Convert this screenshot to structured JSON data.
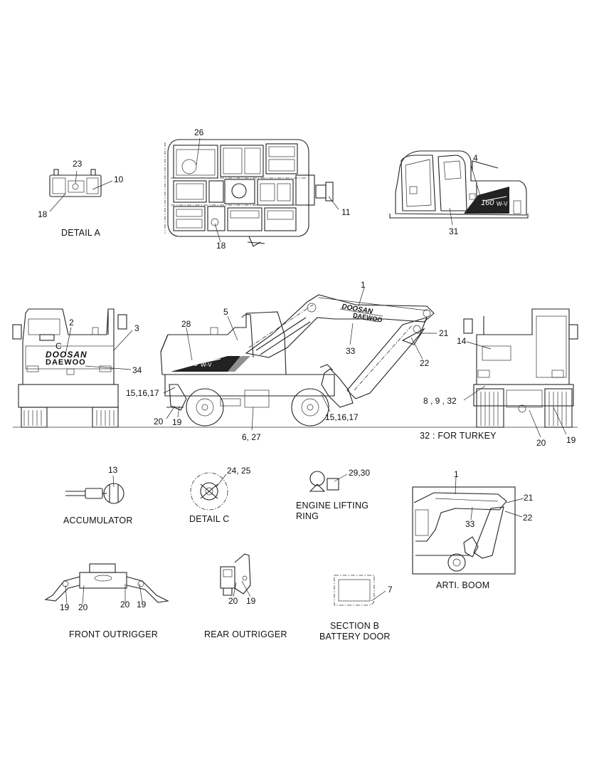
{
  "detail_a": {
    "caption": "DETAIL  A",
    "callouts": [
      "23",
      "10",
      "18"
    ]
  },
  "top_view": {
    "callouts": [
      "26",
      "11",
      "18"
    ]
  },
  "cab_side": {
    "callouts": [
      "4",
      "31"
    ]
  },
  "rear_view": {
    "callouts": [
      "2",
      "3",
      "34"
    ],
    "logo_c": "C"
  },
  "main_side": {
    "callouts": [
      "1",
      "5",
      "28",
      "33",
      "21",
      "22",
      "15,16,17",
      "15,16,17",
      "20",
      "19",
      "6, 27"
    ]
  },
  "front_view": {
    "callouts": [
      "14",
      "8 , 9 , 32",
      "20",
      "19"
    ],
    "note": "32 : FOR TURKEY"
  },
  "accumulator": {
    "callout": "13",
    "caption": "ACCUMULATOR"
  },
  "detail_c": {
    "callout": "24, 25",
    "caption": "DETAIL  C"
  },
  "engine_ring": {
    "callout": "29,30",
    "caption_line1": "ENGINE LIFTING",
    "caption_line2": "RING"
  },
  "arti_boom": {
    "callouts": [
      "1",
      "21",
      "33",
      "22"
    ],
    "caption": "ARTI. BOOM"
  },
  "front_outrigger": {
    "callouts": [
      "19",
      "20",
      "20",
      "19"
    ],
    "caption": "FRONT OUTRIGGER"
  },
  "rear_outrigger": {
    "callouts": [
      "20",
      "19"
    ],
    "caption": "REAR OUTRIGGER"
  },
  "section_b": {
    "callout": "7",
    "caption_line1": "SECTION  B",
    "caption_line2": "BATTERY DOOR"
  },
  "decals": {
    "brand": "DOOSAN",
    "brand2": "DAEWOO",
    "model": "160",
    "model_suffix": "W-V"
  }
}
